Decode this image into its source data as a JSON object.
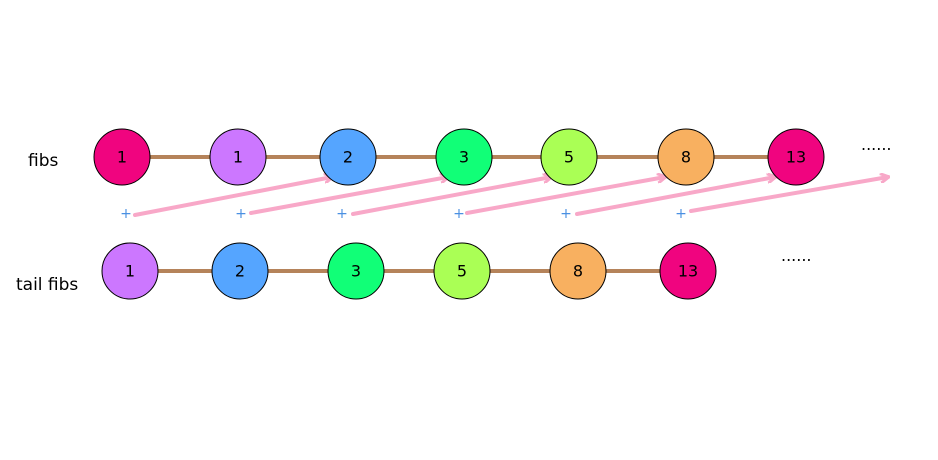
{
  "rows": [
    {
      "key": "fibs",
      "label": "fibs",
      "nodes": [
        {
          "value": "1",
          "color": "#f0047f"
        },
        {
          "value": "1",
          "color": "#cc77ff"
        },
        {
          "value": "2",
          "color": "#55a5ff"
        },
        {
          "value": "3",
          "color": "#11ff77"
        },
        {
          "value": "5",
          "color": "#aaff55"
        },
        {
          "value": "8",
          "color": "#f8b060"
        },
        {
          "value": "13",
          "color": "#f0047f"
        }
      ],
      "ellipsis": "......"
    },
    {
      "key": "tail",
      "label": "tail fibs",
      "nodes": [
        {
          "value": "1",
          "color": "#cc77ff"
        },
        {
          "value": "2",
          "color": "#55a5ff"
        },
        {
          "value": "3",
          "color": "#11ff77"
        },
        {
          "value": "5",
          "color": "#aaff55"
        },
        {
          "value": "8",
          "color": "#f8b060"
        },
        {
          "value": "13",
          "color": "#f0047f"
        }
      ],
      "ellipsis": "......"
    }
  ],
  "plus_symbol": "+",
  "plus_count": 6,
  "colors": {
    "link": "#b5835a",
    "arrow": "#f8a8c8",
    "node_stroke": "#000000"
  }
}
